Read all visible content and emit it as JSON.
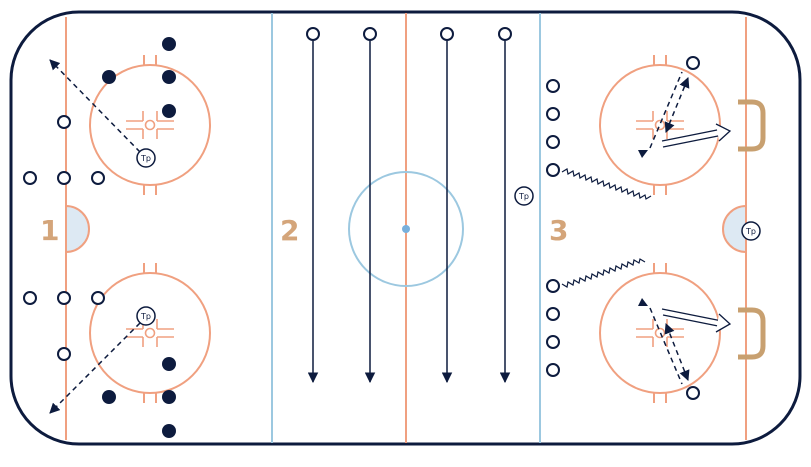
{
  "zones": [
    {
      "number": "1"
    },
    {
      "number": "2"
    },
    {
      "number": "3"
    }
  ],
  "coach_label": "Tp",
  "colors": {
    "board": "#0d1b3e",
    "red_line": "#f0a080",
    "blue_line": "#9cc8e0",
    "crease_fill": "#dde9f3",
    "goal": "#c8a070",
    "zone_number": "#d4a57a",
    "player": "#0d1b3e"
  }
}
